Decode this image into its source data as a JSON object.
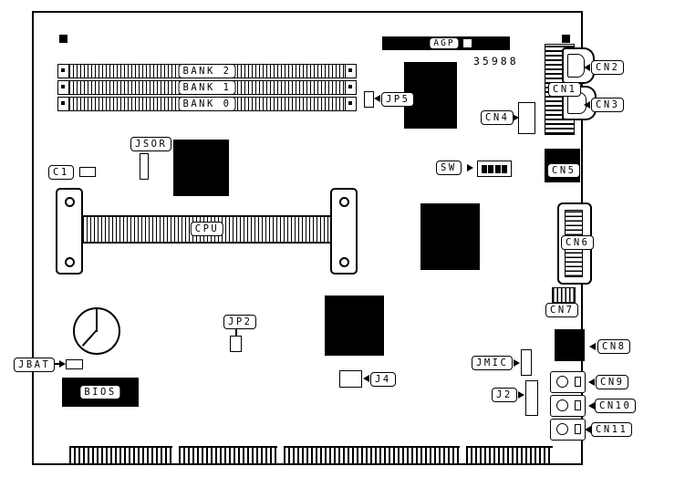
{
  "diagram": {
    "type": "motherboard-layout",
    "part_number": "35988",
    "colors": {
      "line": "#000000",
      "chip_fill": "#000000",
      "background": "#ffffff"
    },
    "labels": {
      "bank2": "BANK 2",
      "bank1": "BANK 1",
      "bank0": "BANK 0",
      "agp": "AGP",
      "jp5": "JP5",
      "jsor": "JSOR",
      "c1": "C1",
      "cpu": "CPU",
      "sw": "SW",
      "jp2": "JP2",
      "j4": "J4",
      "j2": "J2",
      "jmic": "JMIC",
      "jbat": "JBAT",
      "bios": "BIOS",
      "cn1": "CN1",
      "cn2": "CN2",
      "cn3": "CN3",
      "cn4": "CN4",
      "cn5": "CN5",
      "cn6": "CN6",
      "cn7": "CN7",
      "cn8": "CN8",
      "cn9": "CN9",
      "cn10": "CN10",
      "cn11": "CN11"
    }
  }
}
